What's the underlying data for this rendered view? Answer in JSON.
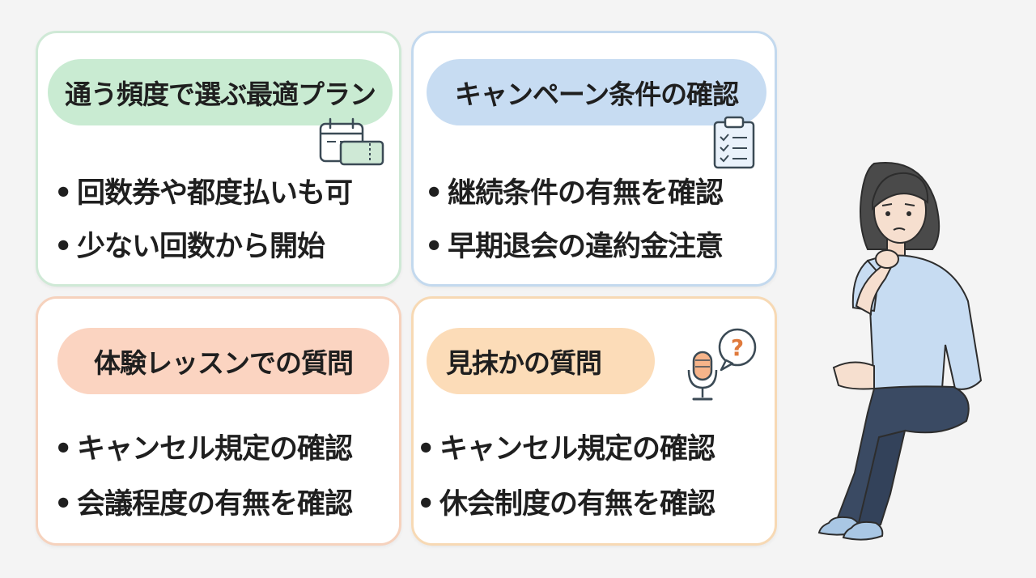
{
  "cards": [
    {
      "title": "通う頻度で選ぶ最適プラン",
      "icon": "calendar-ticket-icon",
      "bullets": [
        "回数券や都度払いも可",
        "少ない回数から開始"
      ]
    },
    {
      "title": "キャンペーン条件の確認",
      "icon": "clipboard-checklist-icon",
      "bullets": [
        "継続条件の有無を確認",
        "早期退会の違約金注意"
      ]
    },
    {
      "title": "体験レッスンでの質問",
      "bullets": [
        "キャンセル規定の確認",
        "会議程度の有無を確認"
      ]
    },
    {
      "title": "見抹かの質問",
      "icon": "microphone-question-icon",
      "bullets": [
        "キャンセル規定の確認",
        "休会制度の有無を確認"
      ]
    }
  ],
  "bullet_glyph": "•",
  "colors": {
    "green": "#c9ebd2",
    "blue": "#c7dcf2",
    "peach": "#fbd4c1",
    "amber": "#fcdcb8",
    "text": "#1f1f1f"
  },
  "illustration": "thinking-woman-sitting"
}
